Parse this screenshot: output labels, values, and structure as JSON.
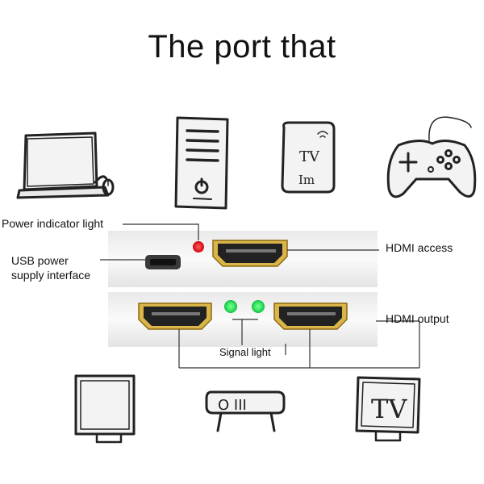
{
  "title": "The port that",
  "labels": {
    "power_indicator": "Power indicator light",
    "usb_power_line1": "USB power",
    "usb_power_line2": "supply interface",
    "hdmi_access": "HDMI access",
    "hdmi_output": "HDMI output",
    "signal_light": "Signal light"
  },
  "sketch_text": {
    "tv_box_top": "TV",
    "tv_box_bottom": "Im",
    "tv_output": "TV",
    "projector": "O III"
  },
  "colors": {
    "power_led": "#e8141c",
    "signal_led": "#2ee05a",
    "hdmi_gold": "#c9a227",
    "device_body": "#f2f2f2"
  }
}
